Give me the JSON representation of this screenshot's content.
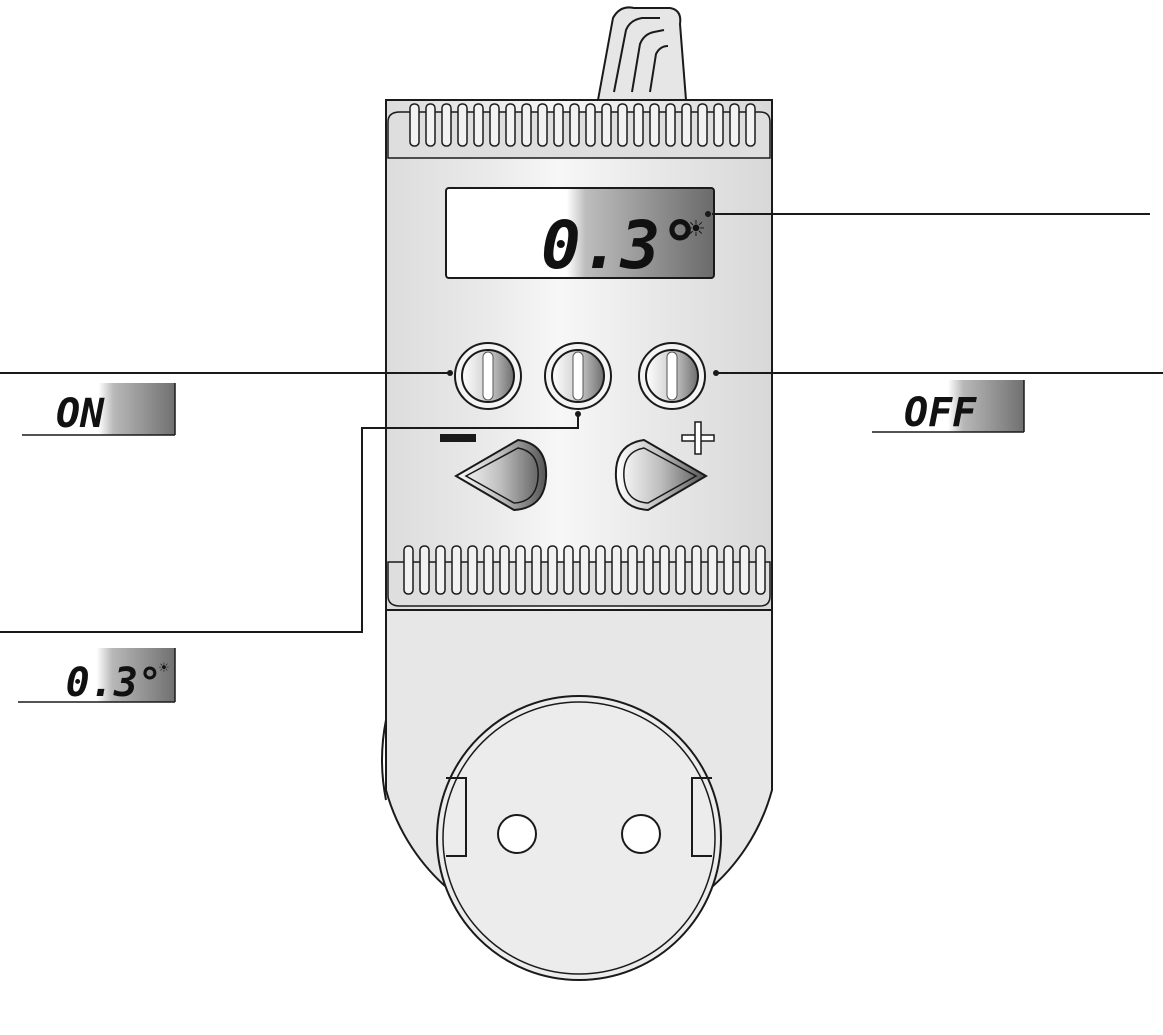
{
  "display": {
    "main_reading": "0.3°",
    "sun_symbol": "☀"
  },
  "callouts": {
    "on_label": "ON",
    "off_label": "OFF",
    "mode_reading": "0.3°",
    "mode_symbol": "☀"
  },
  "buttons": {
    "minus_label": "−",
    "plus_label": "+"
  },
  "colors": {
    "housing": "#e9e9e9",
    "housing_dark": "#d6d6d6",
    "outline": "#1a1a1a",
    "lcd_gradient_light": "#ffffff",
    "lcd_gradient_dark": "#6f6f6f"
  },
  "icons": [
    "ventilation-grille",
    "cable",
    "push-button",
    "triangle-minus-button",
    "triangle-plus-button",
    "schuko-socket",
    "sun-icon"
  ]
}
